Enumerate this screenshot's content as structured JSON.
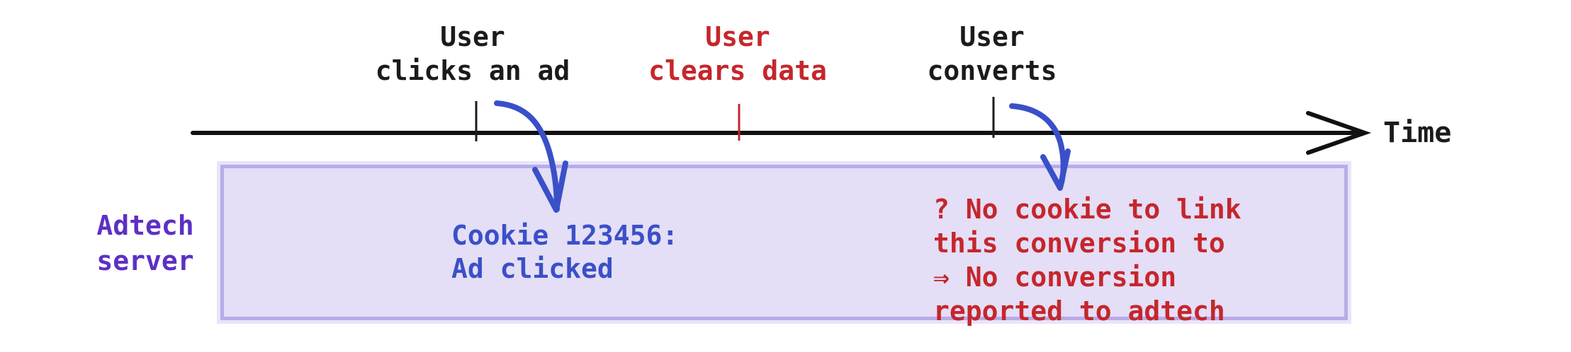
{
  "diagram_title": "Cookie-based ad conversion tracking failure timeline",
  "timeline": {
    "axis_label": "Time",
    "events": [
      {
        "id": "clicks-ad",
        "label": "User\nclicks an ad",
        "color": "#1b1b1b"
      },
      {
        "id": "clears-data",
        "label": "User\nclears data",
        "color": "#c5262c"
      },
      {
        "id": "converts",
        "label": "User\nconverts",
        "color": "#1b1b1b"
      }
    ]
  },
  "adtech": {
    "label": "Adtech\nserver",
    "cookie_note": "Cookie 123456:\nAd clicked",
    "no_conversion_note": "? No cookie to link\nthis conversion to\n⇒ No conversion\nreported to adtech"
  },
  "colors": {
    "text_black": "#1b1b1b",
    "text_red": "#c5262c",
    "text_blue": "#3a50c8",
    "text_purple": "#5c30c5",
    "arrow_blue": "#3a50c8",
    "axis_black": "#111111",
    "box_fill": "#e4def6",
    "box_border": "#b9abe9"
  }
}
